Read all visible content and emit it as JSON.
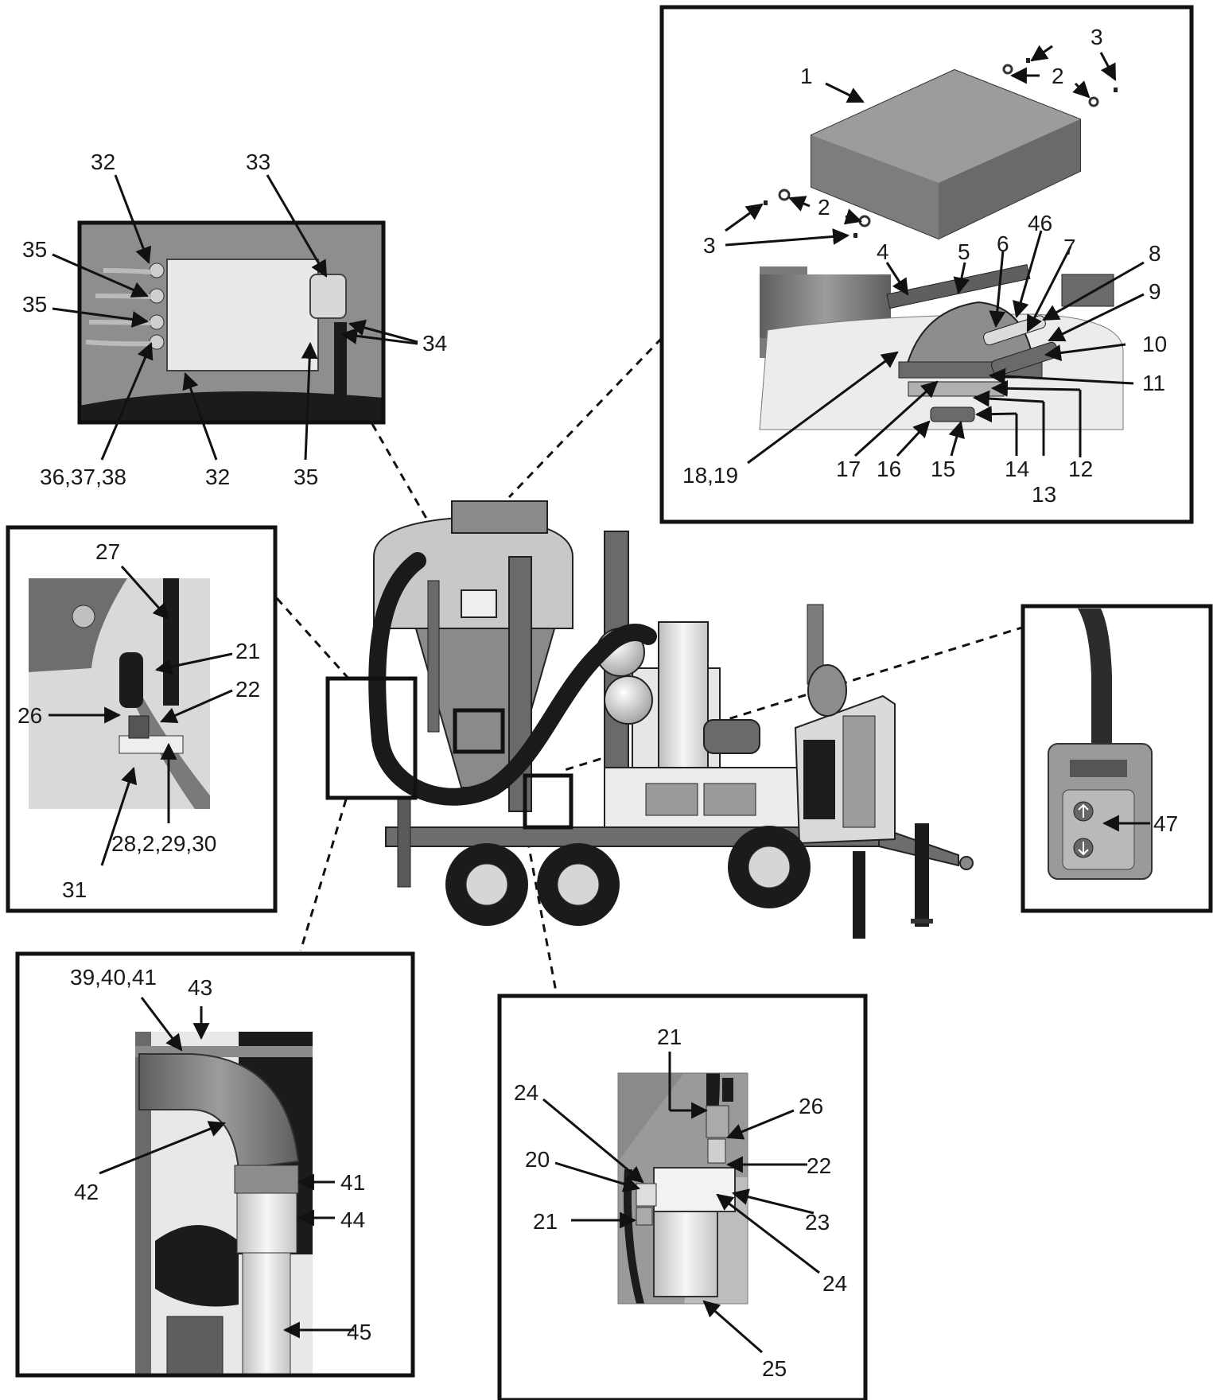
{
  "callouts": {
    "top_right": {
      "c1": "1",
      "c2a": "2",
      "c2b": "2",
      "c3a": "3",
      "c3b": "3",
      "c4": "4",
      "c5": "5",
      "c6": "6",
      "c46": "46",
      "c7": "7",
      "c8": "8",
      "c9": "9",
      "c10": "10",
      "c11": "11",
      "c12": "12",
      "c13": "13",
      "c14": "14",
      "c15": "15",
      "c16": "16",
      "c17": "17",
      "c18_19": "18,19"
    },
    "top_left": {
      "c32a": "32",
      "c33": "33",
      "c35a": "35",
      "c35b": "35",
      "c34": "34",
      "c36_37_38": "36,37,38",
      "c32b": "32",
      "c35c": "35"
    },
    "mid_left": {
      "c27": "27",
      "c21": "21",
      "c22": "22",
      "c26": "26",
      "c28_2_29_30": "28,2,29,30",
      "c31": "31"
    },
    "right": {
      "c47": "47"
    },
    "bottom_left": {
      "c39_40_41": "39,40,41",
      "c43": "43",
      "c42": "42",
      "c41": "41",
      "c44": "44",
      "c45": "45"
    },
    "bottom_right": {
      "c21a": "21",
      "c24a": "24",
      "c26": "26",
      "c20": "20",
      "c22": "22",
      "c21b": "21",
      "c23": "23",
      "c24b": "24",
      "c25": "25"
    }
  },
  "colors": {
    "frame": "#111111",
    "panel_bg": "#8a8a8a",
    "metal": "#7a7a7a",
    "light_part": "#eeeeee",
    "hose": "#1a1a1a"
  }
}
